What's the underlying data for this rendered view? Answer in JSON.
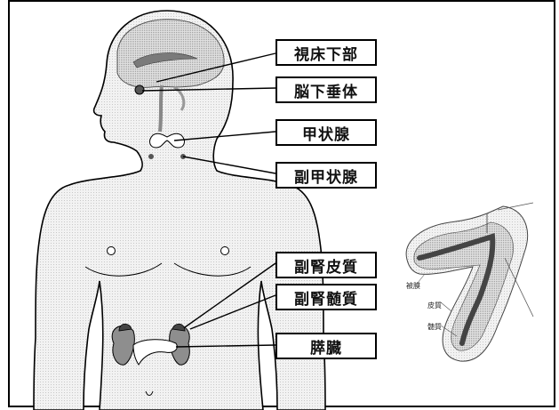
{
  "labels": {
    "hypothalamus": "視床下部",
    "pituitary": "脳下垂体",
    "thyroid": "甲状腺",
    "parathyroid": "副甲状腺",
    "adrenal_cortex": "副腎皮質",
    "adrenal_medulla": "副腎髄質",
    "pancreas": "膵臓"
  },
  "adrenal_detail": {
    "capsule": "被膜",
    "cortex": "皮質",
    "medulla": "髄質"
  },
  "colors": {
    "body_fill": "#ececec",
    "organ_fill": "#9a9a9a",
    "outline": "#000000"
  }
}
